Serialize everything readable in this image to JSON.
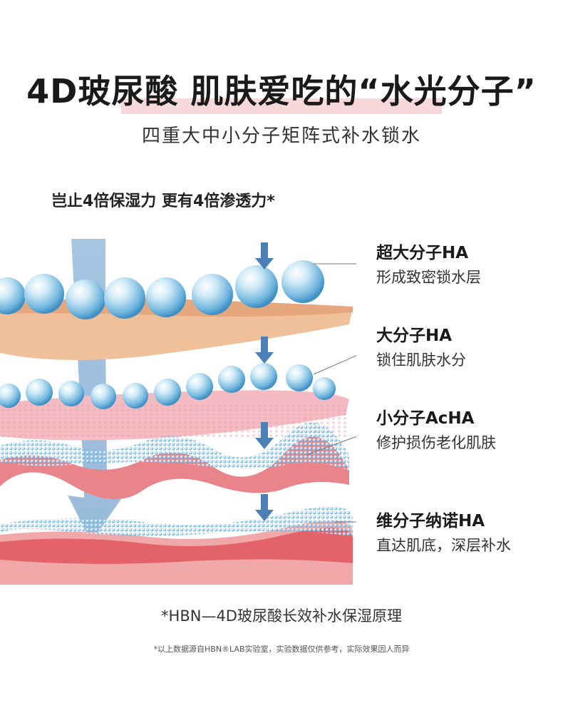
{
  "header": {
    "title": "4D玻尿酸 肌肤爱吃的“水光分子”",
    "subtitle": "四重大中小分子矩阵式补水锁水"
  },
  "lead_text": "岂止4倍保湿力 更有4倍渗透力*",
  "layers": [
    {
      "name": "超大分子HA",
      "desc": "形成致密锁水层"
    },
    {
      "name": "大分子HA",
      "desc": "锁住肌肤水分"
    },
    {
      "name": "小分子AcHA",
      "desc": "修护损伤老化肌肤"
    },
    {
      "name": "维分子纳诺HA",
      "desc": "直达肌底，深层补水"
    }
  ],
  "caption": "*HBN—4D玻尿酸长效补水保湿原理",
  "footnote": "*以上数据源自HBN®LAB实验室，实验数据仅供参考，实际效果因人而异",
  "colors": {
    "highlight": "#f8d9db",
    "arrow": "#4a80b6",
    "skin_top": "#f3c6a4",
    "skin_pink": "#f2b6be",
    "skin_deep": "#e87a80",
    "bead": "#8ec9e8"
  }
}
